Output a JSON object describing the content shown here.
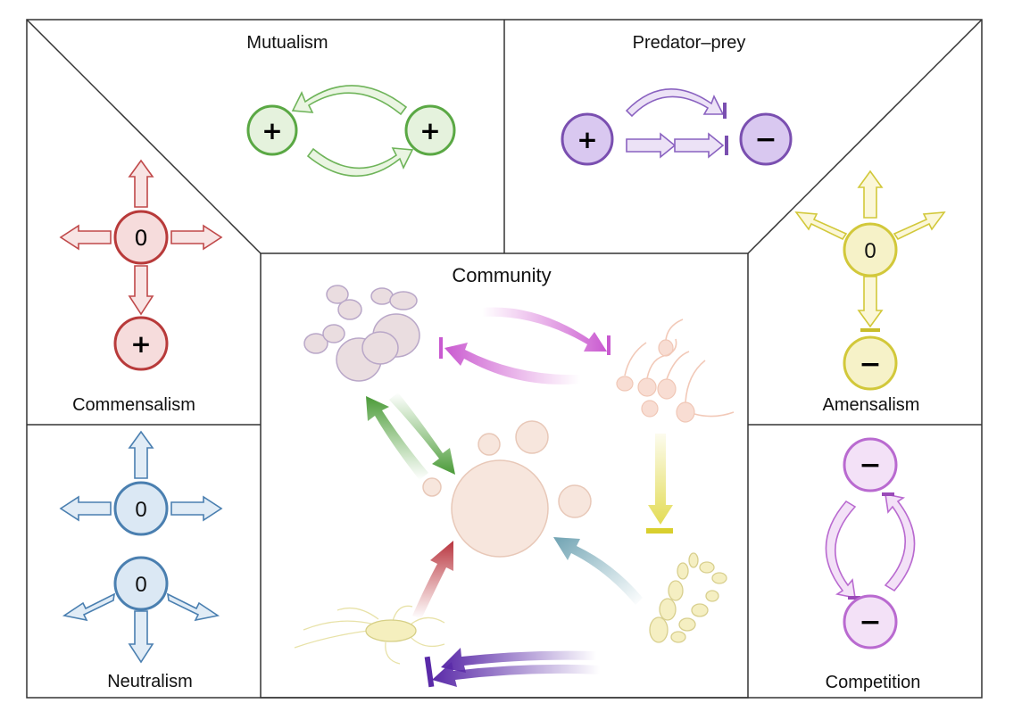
{
  "panels": {
    "mutualism": {
      "title": "Mutualism",
      "node_a": "+",
      "node_b": "+"
    },
    "predator_prey": {
      "title": "Predator–prey",
      "node_a": "+",
      "node_b": "−"
    },
    "commensalism": {
      "title": "Commensalism",
      "node_top": "0",
      "node_bottom": "+"
    },
    "amensalism": {
      "title": "Amensalism",
      "node_top": "0",
      "node_bottom": "−"
    },
    "neutralism": {
      "title": "Neutralism",
      "node_top": "0",
      "node_bottom": "0"
    },
    "competition": {
      "title": "Competition",
      "node_top": "−",
      "node_bottom": "−"
    },
    "community": {
      "title": "Community"
    }
  },
  "colors": {
    "mutualism": "#5aa844",
    "predator_prey": "#7a4fb0",
    "commensalism": "#b83a3a",
    "amensalism": "#d7cc3c",
    "neutralism": "#4a7fb0",
    "competition": "#b96ad0",
    "community_center": "#f3d9cc",
    "border": "#333333"
  }
}
